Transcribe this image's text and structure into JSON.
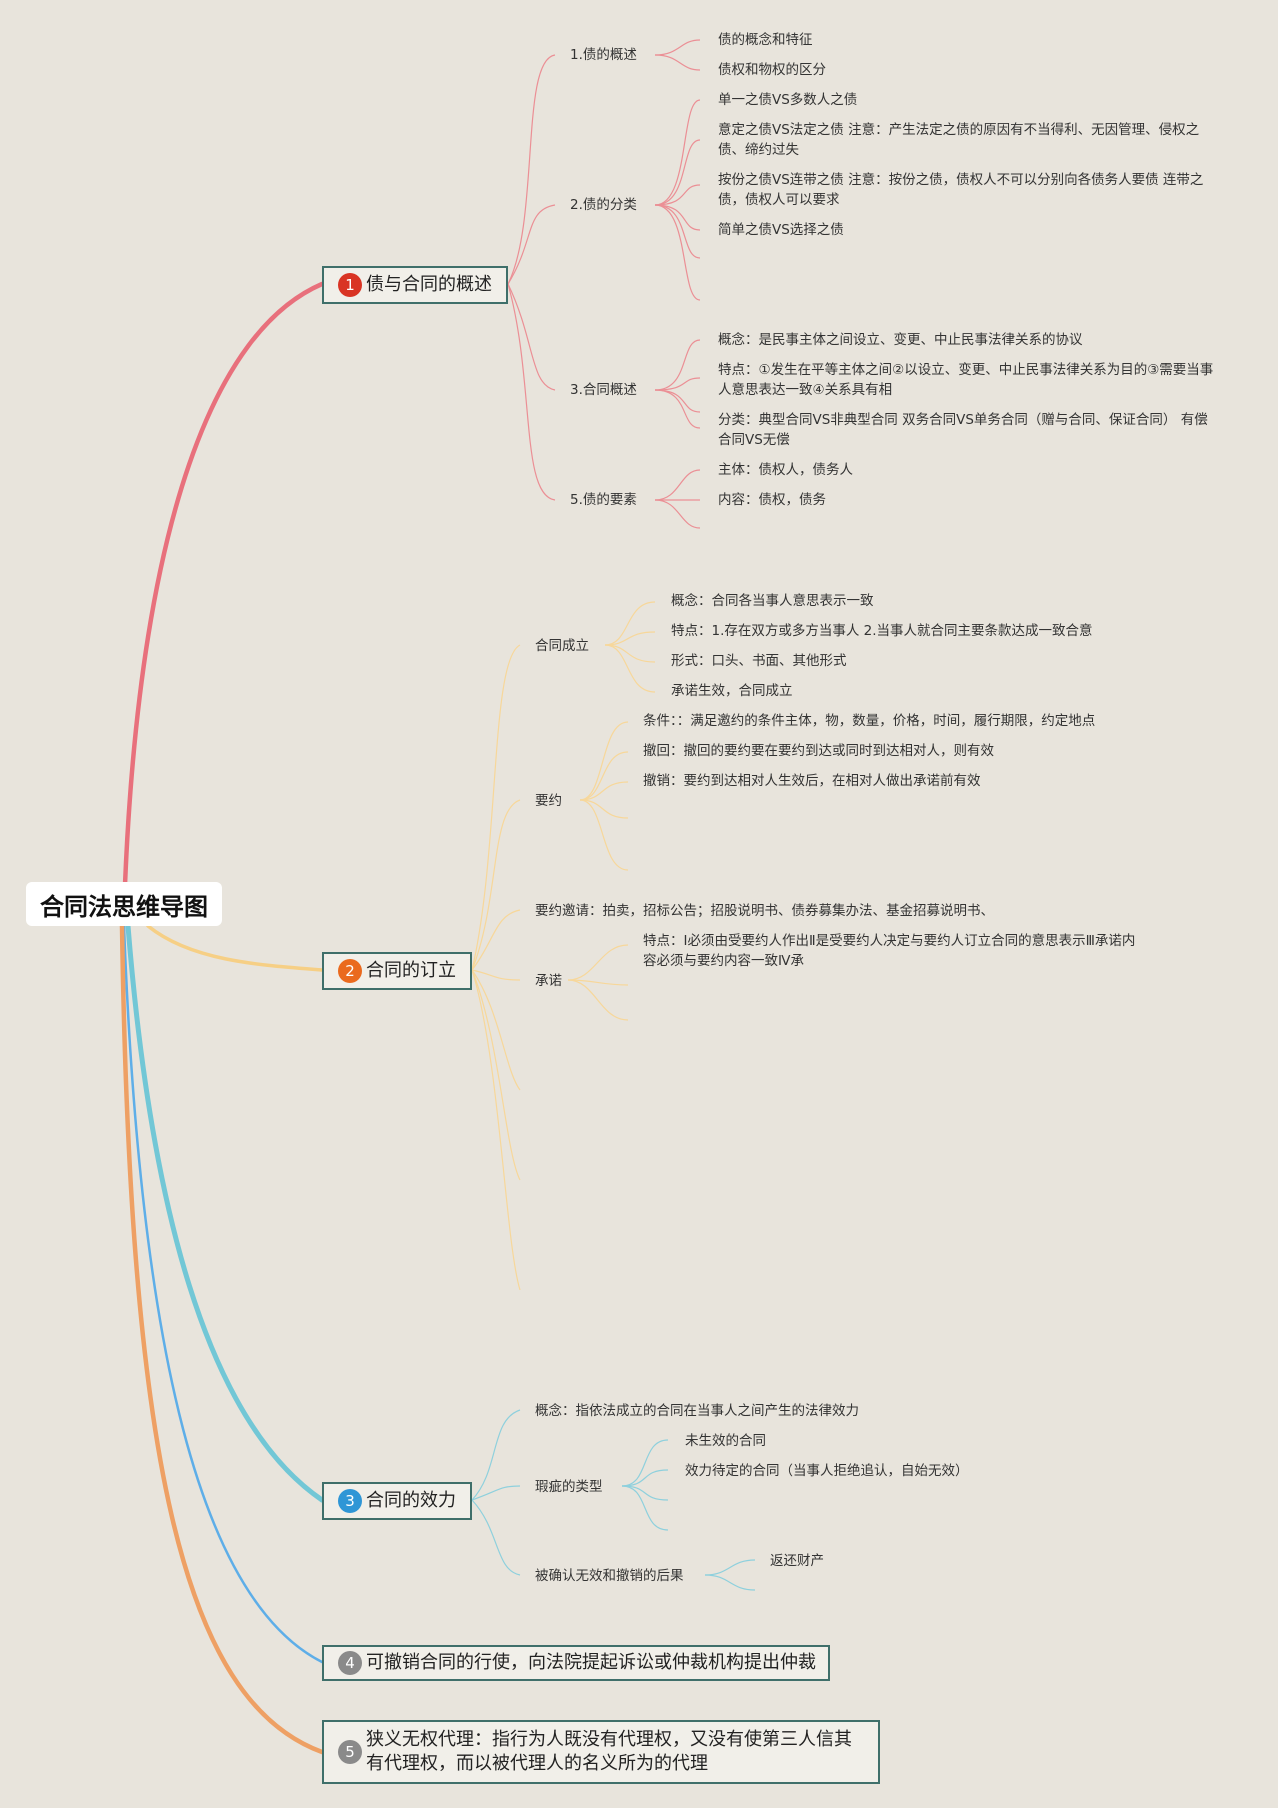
{
  "root": "合同法思维导图",
  "branches": [
    {
      "num": "1",
      "color": "#e8707c",
      "badge_color": "#d93424",
      "title": "债与合同的概述",
      "children": [
        {
          "label": "1.债的概述",
          "leaves": [
            "债的概念和特征",
            "债权和物权的区分"
          ]
        },
        {
          "label": "2.债的分类",
          "leaves": [
            "单一之债VS多数人之债",
            "意定之债VS法定之债 注意：产生法定之债的原因有不当得利、无因管理、侵权之债、缔约过失",
            "按份之债VS连带之债 注意：按份之债，债权人不可以分别向各债务人要债 连带之债，债权人可以要求",
            "简单之债VS选择之债"
          ]
        },
        {
          "label": "3.合同概述",
          "leaves": [
            "概念：是民事主体之间设立、变更、中止民事法律关系的协议",
            "特点：①发生在平等主体之间②以设立、变更、中止民事法律关系为目的③需要当事人意思表达一致④关系具有相",
            "分类：典型合同VS非典型合同 双务合同VS单务合同（赠与合同、保证合同） 有偿合同VS无偿"
          ]
        },
        {
          "label": "5.债的要素",
          "leaves": [
            "主体：债权人，债务人",
            "内容：债权，债务"
          ]
        }
      ]
    },
    {
      "num": "2",
      "color": "#f6cf85",
      "badge_color": "#ea6a1e",
      "title": "合同的订立",
      "children": [
        {
          "label": "合同成立",
          "leaves": [
            "概念：合同各当事人意思表示一致",
            "特点：1.存在双方或多方当事人 2.当事人就合同主要条款达成一致合意",
            "形式：口头、书面、其他形式",
            "承诺生效，合同成立"
          ]
        },
        {
          "label": "要约",
          "leaves": [
            "条件：：满足邀约的条件主体，物，数量，价格，时间，履行期限，约定地点",
            "撤回：撤回的要约要在要约到达或同时到达相对人，则有效",
            "撤销：要约到达相对人生效后，在相对人做出承诺前有效"
          ]
        },
        {
          "label": "要约邀请：拍卖，招标公告；招股说明书、债券募集办法、基金招募说明书、",
          "leaves": []
        },
        {
          "label": "承诺",
          "leaves": [
            "特点：Ⅰ必须由受要约人作出Ⅱ是受要约人决定与要约人订立合同的意思表示Ⅲ承诺内容必须与要约内容一致Ⅳ承"
          ]
        }
      ]
    },
    {
      "num": "3",
      "color": "#72c7d6",
      "badge_color": "#2f96d6",
      "title": "合同的效力",
      "children": [
        {
          "label": "概念：指依法成立的合同在当事人之间产生的法律效力",
          "leaves": []
        },
        {
          "label": "瑕疵的类型",
          "leaves": [
            "未生效的合同",
            "效力待定的合同（当事人拒绝追认，自始无效）"
          ]
        },
        {
          "label": "被确认无效和撤销的后果",
          "leaves": [
            "返还财产"
          ]
        }
      ]
    },
    {
      "num": "4",
      "color": "#5eaee8",
      "badge_color": "#8a8a8a",
      "title": "可撤销合同的行使，向法院提起诉讼或仲裁机构提出仲裁",
      "children": []
    },
    {
      "num": "5",
      "color": "#eea064",
      "badge_color": "#8a8a8a",
      "title": "狭义无权代理：指行为人既没有代理权，又没有使第三人信其有代理权，而以被代理人的名义所为的代理",
      "children": []
    }
  ]
}
